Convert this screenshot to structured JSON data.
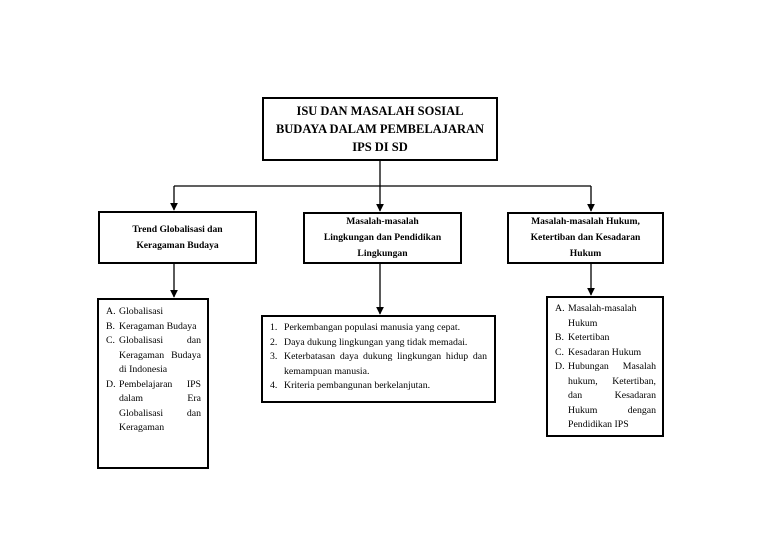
{
  "root": {
    "lines": [
      "ISU DAN MASALAH SOSIAL",
      "BUDAYA DALAM PEMBELAJARAN",
      "IPS DI SD"
    ]
  },
  "branches": [
    {
      "lines": [
        "Trend Globalisasi dan",
        "Keragaman Budaya"
      ],
      "items": [
        {
          "marker": "A.",
          "text": "Globalisasi"
        },
        {
          "marker": "B.",
          "text": "Keragaman Budaya"
        },
        {
          "marker": "C.",
          "text": "Globalisasi dan Keragaman Budaya di Indonesia"
        },
        {
          "marker": "D.",
          "text": "Pembelajaran IPS dalam Era Globalisasi dan Keragaman"
        }
      ]
    },
    {
      "lines": [
        "Masalah-masalah",
        "Lingkungan dan Pendidikan",
        "Lingkungan"
      ],
      "items": [
        {
          "marker": "1.",
          "text": "Perkembangan populasi manusia yang cepat."
        },
        {
          "marker": "2.",
          "text": "Daya dukung lingkungan yang tidak memadai."
        },
        {
          "marker": "3.",
          "text": "Keterbatasan daya dukung lingkungan hidup dan kemampuan manusia."
        },
        {
          "marker": "4.",
          "text": "Kriteria pembangunan berkelanjutan."
        }
      ]
    },
    {
      "lines": [
        "Masalah-masalah Hukum,",
        "Ketertiban dan Kesadaran",
        "Hukum"
      ],
      "items": [
        {
          "marker": "A.",
          "text": "Masalah-masalah Hukum"
        },
        {
          "marker": "B.",
          "text": "Ketertiban"
        },
        {
          "marker": "C.",
          "text": "Kesadaran Hukum"
        },
        {
          "marker": "D.",
          "text": "Hubungan Masalah hukum, Ketertiban, dan Kesadaran Hukum dengan Pendidikan IPS"
        }
      ]
    }
  ]
}
